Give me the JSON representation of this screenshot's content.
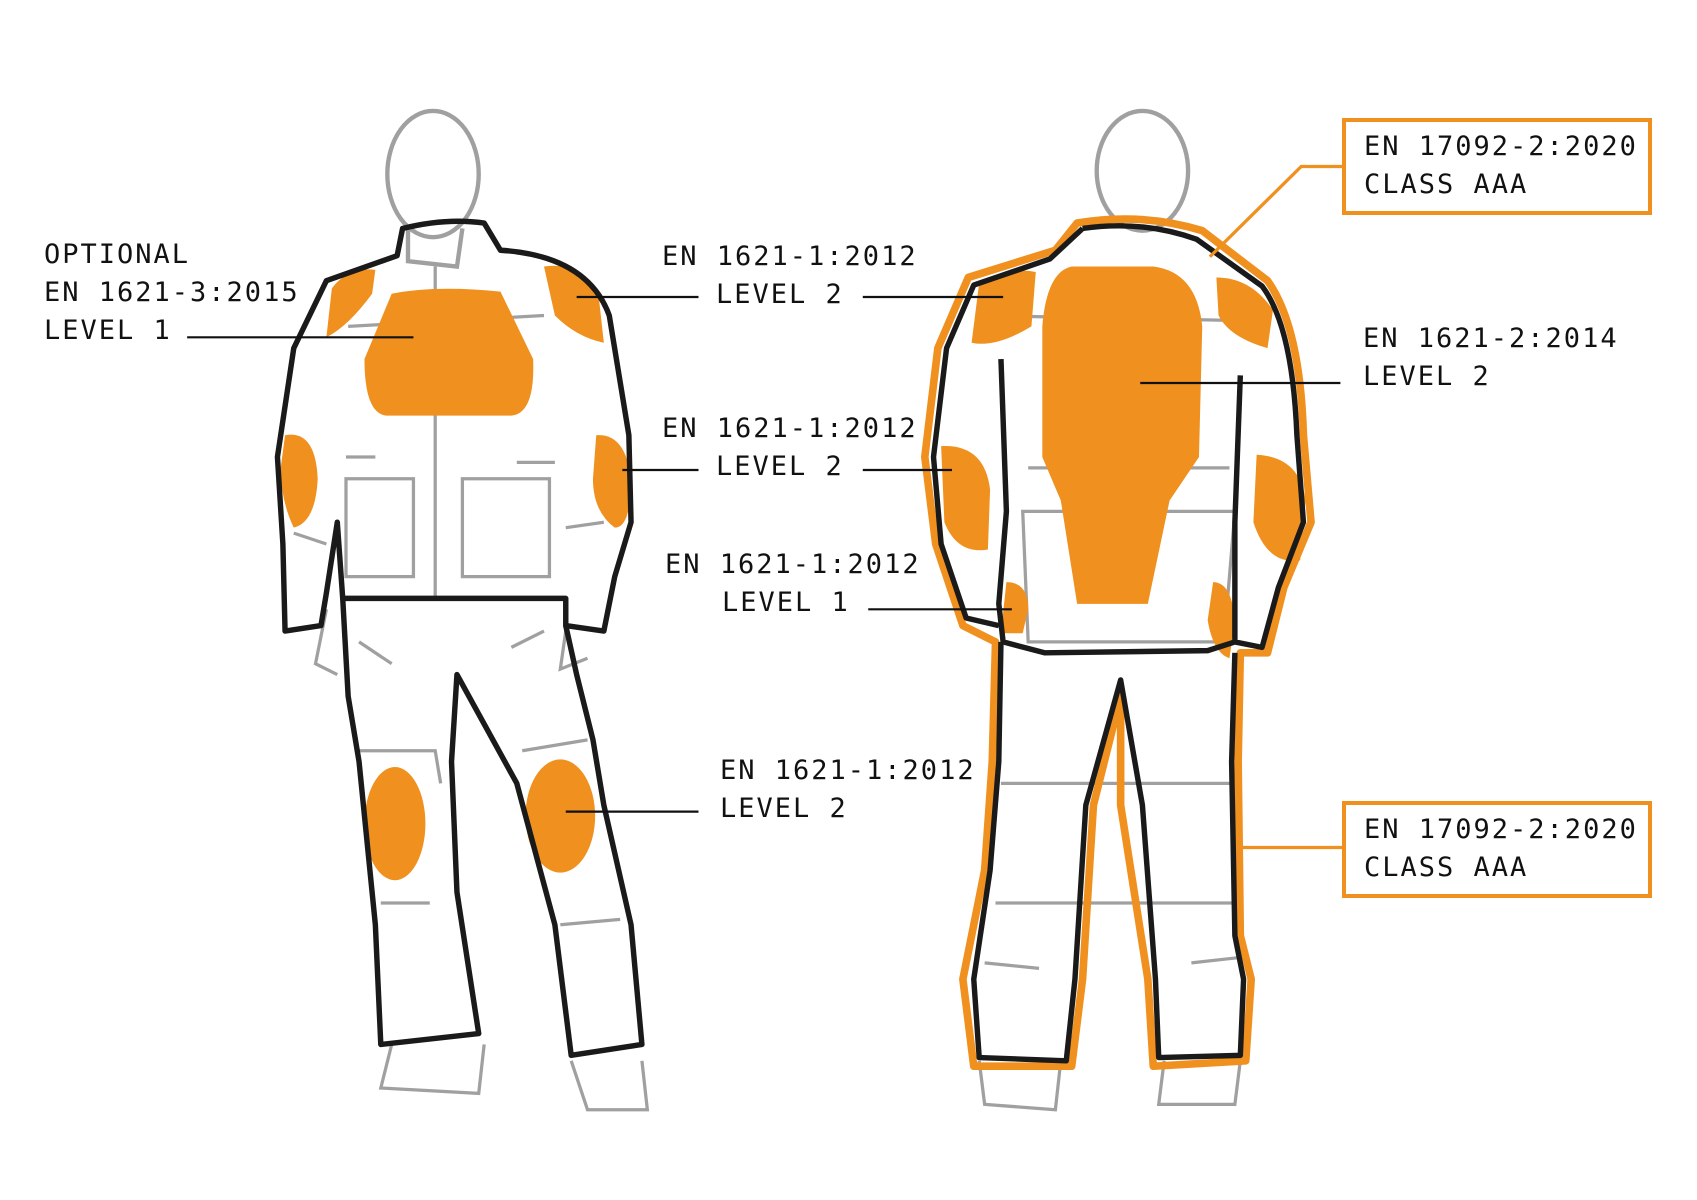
{
  "colors": {
    "accent": "#f0901f",
    "outline": "#1a1a1a",
    "sketch": "#a0a0a0"
  },
  "labels": {
    "front_shoulder": {
      "line1": "OPTIONAL",
      "line2": "EN 1621-3:2015",
      "line3": "LEVEL 1"
    },
    "shoulder": {
      "line1": "EN 1621-1:2012",
      "line2": "LEVEL 2"
    },
    "elbow": {
      "line1": "EN 1621-1:2012",
      "line2": "LEVEL 2"
    },
    "hip": {
      "line1": "EN 1621-1:2012",
      "line2": "LEVEL 1"
    },
    "knee": {
      "line1": "EN 1621-1:2012",
      "line2": "LEVEL 2"
    },
    "back": {
      "line1": "EN 1621-2:2014",
      "line2": "LEVEL 2"
    },
    "jacket_class": {
      "line1": "EN 17092-2:2020",
      "line2": "CLASS AAA"
    },
    "pants_class": {
      "line1": "EN 17092-2:2020",
      "line2": "CLASS AAA"
    }
  }
}
